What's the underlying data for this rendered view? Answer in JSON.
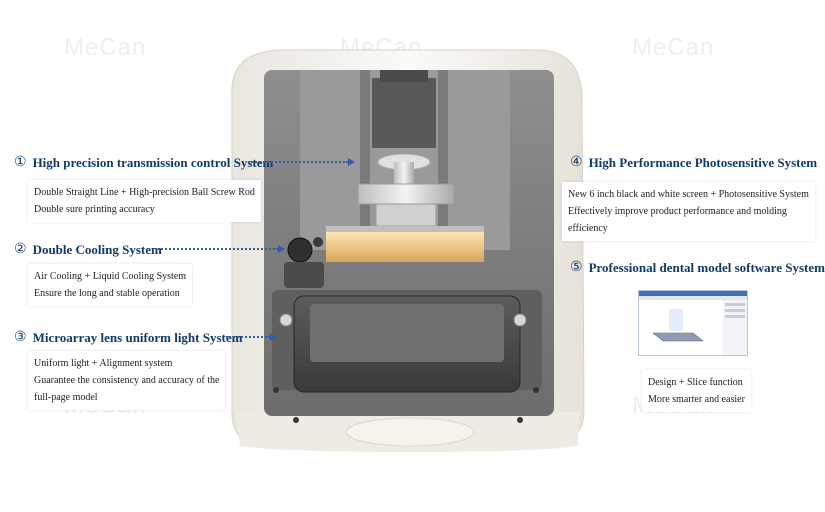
{
  "watermark": "MeCan",
  "features": [
    {
      "number": "①",
      "title": "High precision transmission control System",
      "lines": [
        "Double Straight Line + High-precision Ball Screw Rod",
        "Double sure printing accuracy"
      ]
    },
    {
      "number": "②",
      "title": "Double Cooling System",
      "lines": [
        "Air Cooling + Liquid Cooling System",
        "Ensure the long and stable operation"
      ]
    },
    {
      "number": "③",
      "title": "Microarray lens uniform light System",
      "lines": [
        "Uniform light + Alignment system",
        "Guarantee the consistency and accuracy of the",
        "full-page model"
      ]
    },
    {
      "number": "④",
      "title": "High Performance Photosensitive System",
      "lines": [
        "New 6 inch black and white screen + Photosensitive System",
        "Effectively improve product performance and molding",
        "efficiency"
      ]
    },
    {
      "number": "⑤",
      "title": "Professional dental model software System",
      "lines": [
        "Design + Slice function",
        "More smarter and easier"
      ]
    }
  ],
  "colors": {
    "title": "#123a68",
    "arrow": "#2f5fa8",
    "body": "#f5f1e8"
  }
}
